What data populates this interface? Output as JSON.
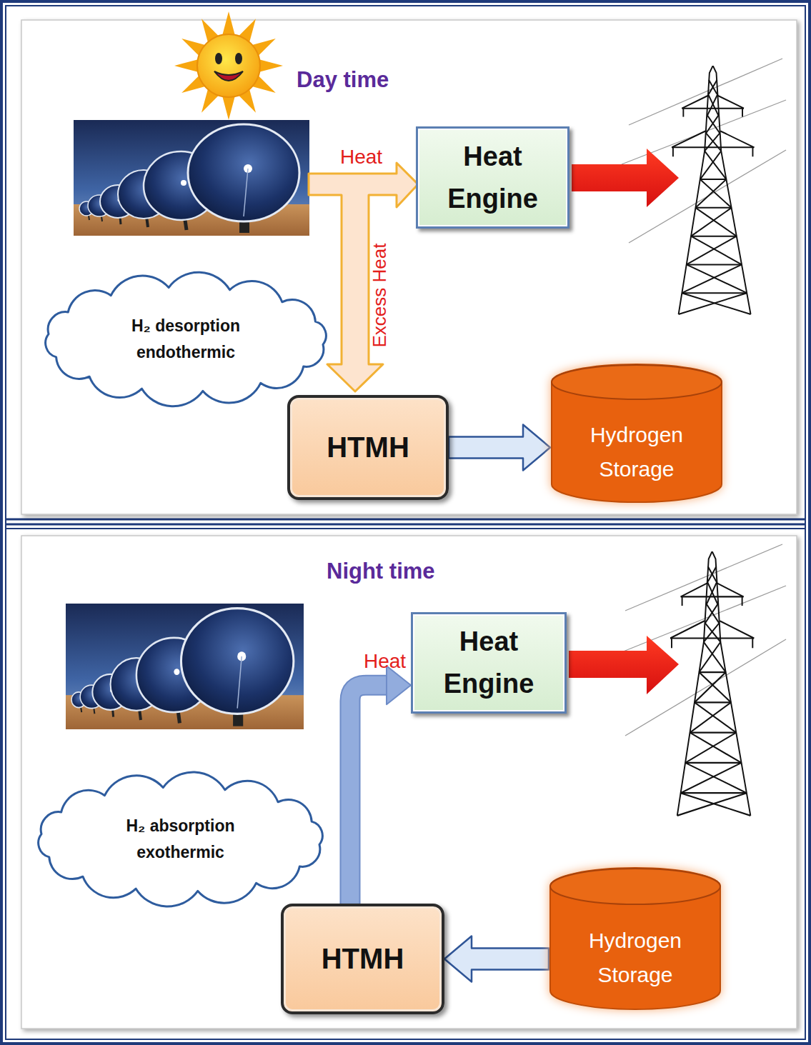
{
  "diagram": {
    "nodes": [
      {
        "text": [
          "Heat Engine"
        ]
      },
      {
        "text": [
          "H₂ desorption endothermic"
        ]
      },
      {
        "text": [
          "HTMH"
        ]
      },
      {
        "text": [
          "Hydrogen Storage"
        ]
      },
      {
        "text": [
          "Heat Engine"
        ]
      },
      {
        "text": [
          "H₂ absorption exothermic"
        ]
      },
      {
        "text": [
          "HTMH"
        ]
      },
      {
        "text": [
          "Hydrogen Storage"
        ]
      }
    ],
    "edges": [
      {
        "from": 2,
        "to": 3,
        "arrow": "to"
      },
      {
        "from": 7,
        "to": 6,
        "arrow": "to"
      },
      {
        "from": 6,
        "to": 4,
        "arrow": "to",
        "label": "Heat"
      }
    ],
    "labels": [
      "Day time",
      "Heat",
      "Excess Heat",
      "Night time"
    ]
  }
}
